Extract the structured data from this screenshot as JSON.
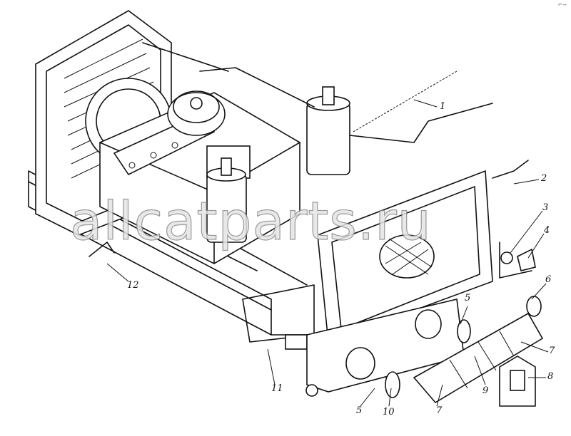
{
  "figure": {
    "corner_mark": "⌐--",
    "watermark": "allcatparts.ru",
    "callouts": [
      "1",
      "2",
      "3",
      "4",
      "5",
      "6",
      "7",
      "8",
      "9",
      "7",
      "10",
      "5",
      "11",
      "12"
    ]
  }
}
